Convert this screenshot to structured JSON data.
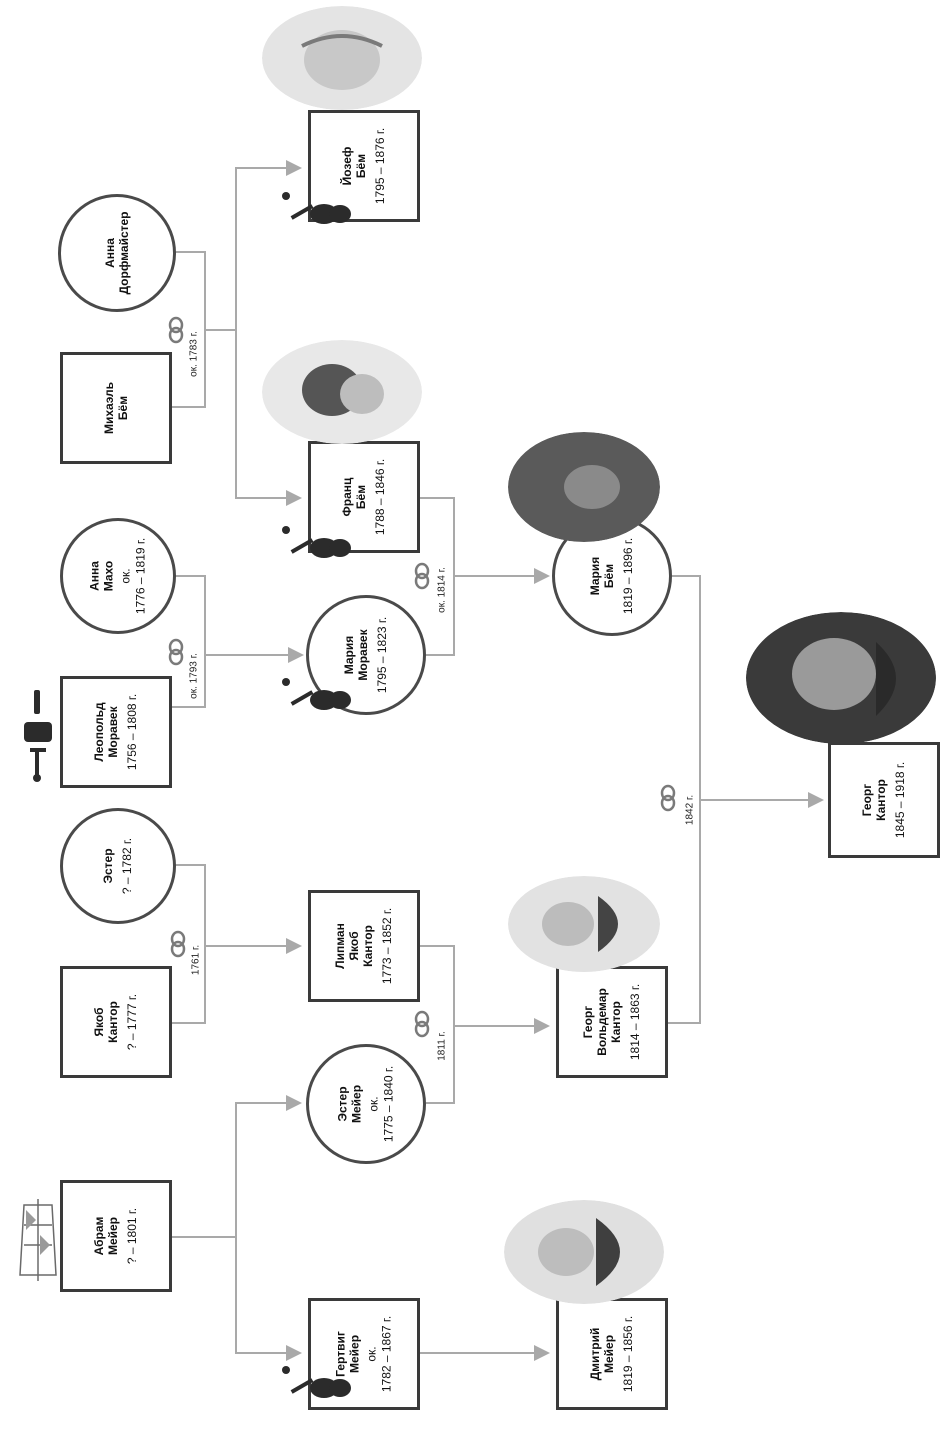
{
  "people": {
    "abram_meyer": {
      "name": "Абрам\nМейер",
      "dates": "? – 1801 г."
    },
    "yakob_kantor": {
      "name": "Якоб\nКантор",
      "dates": "? – 1777 г."
    },
    "ester": {
      "name": "Эстер",
      "dates": "? – 1782 г."
    },
    "leopold_moravek": {
      "name": "Леопольд\nМоравек",
      "dates": "1756 – 1808 г."
    },
    "anna_makho": {
      "name": "Анна\nМахо",
      "prefix": "ок.",
      "dates": "1776 – 1819 г."
    },
    "mikhael_bem": {
      "name": "Михаэль\nБём"
    },
    "anna_dorfmeister": {
      "name": "Анна\nДорфмайстер"
    },
    "gertwig_meyer": {
      "name": "Гертвиг\nМейер",
      "prefix": "ок.",
      "dates": "1782 – 1867 г."
    },
    "ester_meyer": {
      "name": "Эстер\nМейер",
      "prefix": "ок.",
      "dates": "1775 – 1840 г."
    },
    "lipman_yakob_kantor": {
      "name": "Липман Якоб\nКантор",
      "dates": "1773 – 1852 г."
    },
    "maria_moravek": {
      "name": "Мария\nМоравек",
      "dates": "1795 – 1823 г."
    },
    "frants_bem": {
      "name": "Франц\nБём",
      "dates": "1788 – 1846 г."
    },
    "yozef_bem": {
      "name": "Йозеф\nБём",
      "dates": "1795 – 1876 г."
    },
    "dmitry_meyer": {
      "name": "Дмитрий\nМейер",
      "dates": "1819 – 1856 г."
    },
    "georg_voldemar_kantor": {
      "name": "Георг\nВольдемар\nКантор",
      "dates": "1814 – 1863 г."
    },
    "maria_bem": {
      "name": "Мария\nБём",
      "dates": "1819 – 1896 г."
    },
    "georg_kantor": {
      "name": "Георг\nКантор",
      "dates": "1845 – 1918 г."
    }
  },
  "marriages": {
    "m1761": "1761 г.",
    "m1793": "ок. 1793 г.",
    "m1783": "ок. 1783 г.",
    "m1811": "1811 г.",
    "m1814": "ок. 1814 г.",
    "m1842": "1842 г."
  },
  "colors": {
    "box_border": "#3a3a3a",
    "connector": "#a9a9a9",
    "ring": "#7a7a7a",
    "portrait_bg": "#e4e4e4",
    "portrait_dark": "#4a4a4a",
    "violin": "#2b2b2b"
  },
  "icons": {
    "marriage": "wedding-rings-icon",
    "violin": "violin-icon",
    "ship": "sailing-ship-icon",
    "cutlery": "cutlery-icon",
    "portrait": "portrait-image"
  }
}
